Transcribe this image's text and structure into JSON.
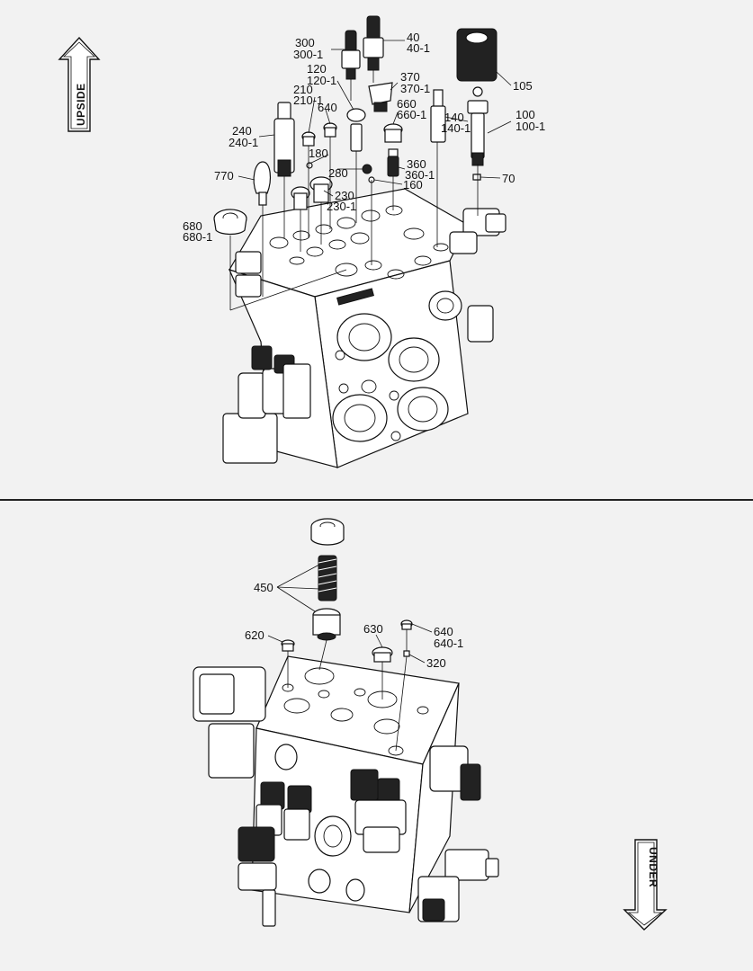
{
  "directions": {
    "top": "UPSIDE",
    "bottom": "UNDER"
  },
  "top_labels": {
    "l300": "300",
    "l300_1": "300-1",
    "l40": "40",
    "l40_1": "40-1",
    "l120": "120",
    "l120_1": "120-1",
    "l210": "210",
    "l210_1": "210-1",
    "l640": "640",
    "l370": "370",
    "l370_1": "370-1",
    "l660": "660",
    "l660_1": "660-1",
    "l105": "105",
    "l100": "100",
    "l100_1": "100-1",
    "l140": "140",
    "l140_1": "140-1",
    "l240": "240",
    "l240_1": "240-1",
    "l180": "180",
    "l280": "280",
    "l360": "360",
    "l360_1": "360-1",
    "l160": "160",
    "l770": "770",
    "l70": "70",
    "l230": "230",
    "l230_1": "230-1",
    "l680": "680",
    "l680_1": "680-1"
  },
  "bottom_labels": {
    "l450": "450",
    "l620": "620",
    "l630": "630",
    "l640": "640",
    "l640_1": "640-1",
    "l320": "320"
  }
}
